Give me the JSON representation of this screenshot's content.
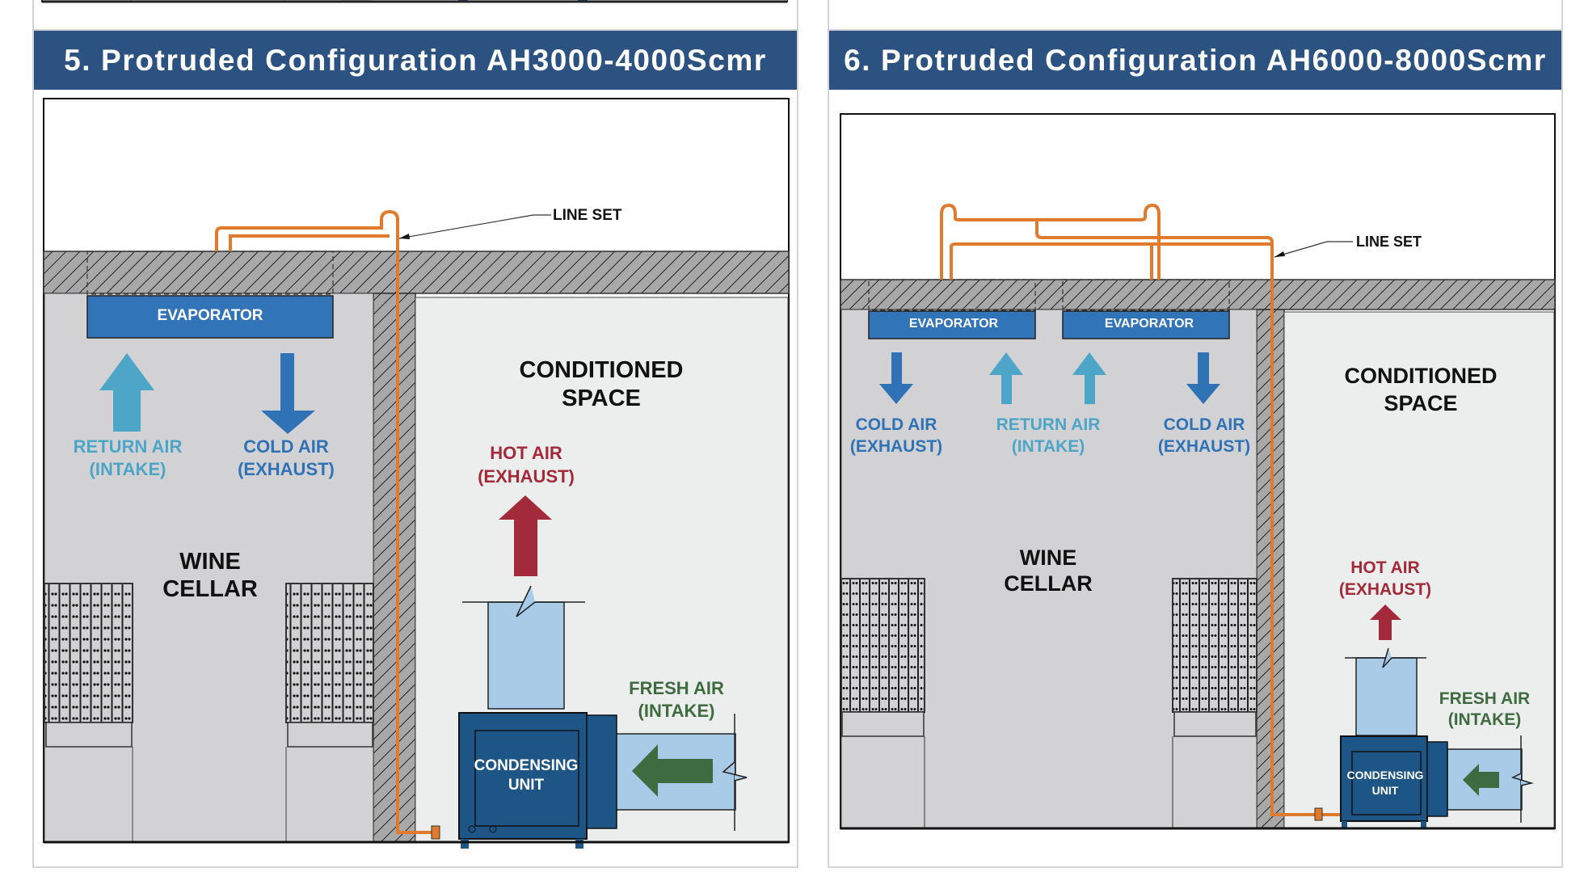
{
  "colors": {
    "header_bg": "#2c5282",
    "evaporator": "#3174b8",
    "return_air": "#4da6c8",
    "cold_air": "#2f72b6",
    "hot_air": "#a32a3a",
    "fresh_air": "#3e6b3f",
    "condensing_unit": "#1c5586",
    "duct": "#a8cbe8",
    "line_set": "#e07a2c",
    "wine_cellar_bg": "#d2d2d4",
    "conditioned_bg": "#eceeee"
  },
  "panels": [
    {
      "title": "5. Protruded Configuration AH3000-4000Scmr",
      "line_set_label": "LINE SET",
      "evaporators": [
        "EVAPORATOR"
      ],
      "return_air": [
        "RETURN AIR",
        "(INTAKE)"
      ],
      "cold_air": [
        "COLD AIR",
        "(EXHAUST)"
      ],
      "room_label": [
        "WINE",
        "CELLAR"
      ],
      "conditioned_label": [
        "CONDITIONED",
        "SPACE"
      ],
      "hot_air": [
        "HOT AIR",
        "(EXHAUST)"
      ],
      "fresh_air": [
        "FRESH AIR",
        "(INTAKE)"
      ],
      "condensing_unit": [
        "CONDENSING",
        "UNIT"
      ]
    },
    {
      "title": "6. Protruded Configuration AH6000-8000Scmr",
      "line_set_label": "LINE SET",
      "evaporators": [
        "EVAPORATOR",
        "EVAPORATOR"
      ],
      "cold_air_left": [
        "COLD AIR",
        "(EXHAUST)"
      ],
      "return_air": [
        "RETURN AIR",
        "(INTAKE)"
      ],
      "cold_air_right": [
        "COLD AIR",
        "(EXHAUST)"
      ],
      "room_label": [
        "WINE",
        "CELLAR"
      ],
      "conditioned_label": [
        "CONDITIONED",
        "SPACE"
      ],
      "hot_air": [
        "HOT AIR",
        "(EXHAUST)"
      ],
      "fresh_air": [
        "FRESH AIR",
        "(INTAKE)"
      ],
      "condensing_unit": [
        "CONDENSING",
        "UNIT"
      ]
    }
  ]
}
